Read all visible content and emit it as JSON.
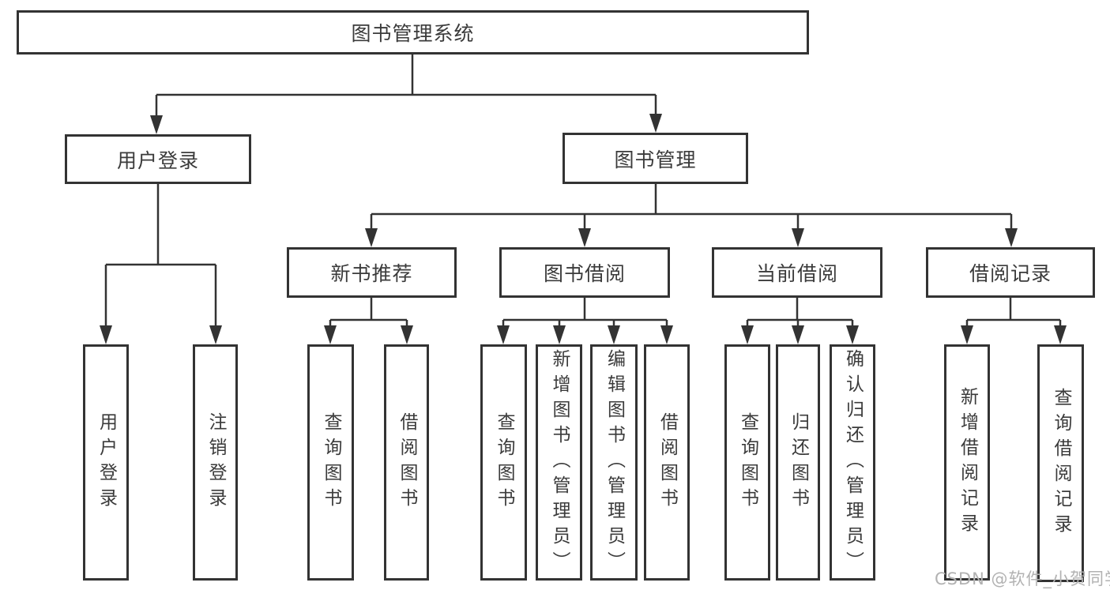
{
  "colors": {
    "line": "#333333",
    "box_border": "#333333",
    "box_background": "#ffffff",
    "text": "#3b3b3b",
    "watermark": "#b2b2b2",
    "page_background": "#ffffff"
  },
  "root": {
    "label": "图书管理系统"
  },
  "level2": [
    {
      "label": "用户登录",
      "parent": "图书管理系统"
    },
    {
      "label": "图书管理",
      "parent": "图书管理系统"
    }
  ],
  "level3": [
    {
      "label": "新书推荐",
      "parent": "图书管理"
    },
    {
      "label": "图书借阅",
      "parent": "图书管理"
    },
    {
      "label": "当前借阅",
      "parent": "图书管理"
    },
    {
      "label": "借阅记录",
      "parent": "图书管理"
    }
  ],
  "level4": [
    {
      "label": "用户登录",
      "parent": "用户登录"
    },
    {
      "label": "注销登录",
      "parent": "用户登录"
    },
    {
      "label": "查询图书",
      "parent": "新书推荐"
    },
    {
      "label": "借阅图书",
      "parent": "新书推荐"
    },
    {
      "label": "查询图书",
      "parent": "图书借阅"
    },
    {
      "label": "新增图书（管理员）",
      "parent": "图书借阅"
    },
    {
      "label": "编辑图书（管理员）",
      "parent": "图书借阅"
    },
    {
      "label": "借阅图书",
      "parent": "图书借阅"
    },
    {
      "label": "查询图书",
      "parent": "当前借阅"
    },
    {
      "label": "归还图书",
      "parent": "当前借阅"
    },
    {
      "label": "确认归还（管理员）",
      "parent": "当前借阅"
    },
    {
      "label": "新增借阅记录",
      "parent": "借阅记录"
    },
    {
      "label": "查询借阅记录",
      "parent": "借阅记录"
    }
  ],
  "watermark": {
    "text": "CSDN @软件_小贺同学"
  }
}
